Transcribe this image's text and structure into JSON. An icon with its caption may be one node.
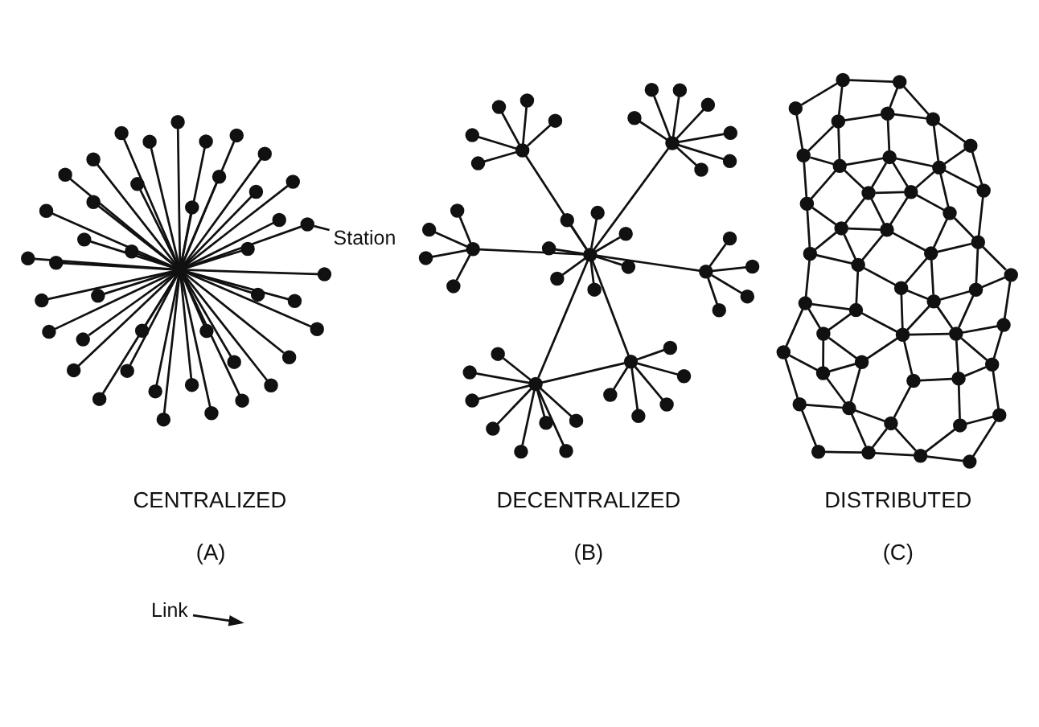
{
  "diagram": {
    "nodes": [
      {
        "text": [],
        "shape": "circle"
      },
      {
        "text": [],
        "shape": "circle"
      },
      {
        "text": [],
        "shape": "circle"
      },
      {
        "text": [],
        "shape": "circle"
      },
      {
        "text": [],
        "shape": "circle"
      },
      {
        "text": [],
        "shape": "circle"
      },
      {
        "text": [],
        "shape": "circle"
      },
      {
        "text": [],
        "shape": "circle"
      },
      {
        "text": [],
        "shape": "circle"
      },
      {
        "text": [],
        "shape": "circle"
      },
      {
        "text": [],
        "shape": "circle"
      },
      {
        "text": [],
        "shape": "circle"
      },
      {
        "text": [],
        "shape": "circle"
      },
      {
        "text": [],
        "shape": "circle"
      },
      {
        "text": [],
        "shape": "circle"
      },
      {
        "text": [],
        "shape": "circle"
      },
      {
        "text": [],
        "shape": "circle"
      },
      {
        "text": [],
        "shape": "circle"
      },
      {
        "text": [],
        "shape": "circle"
      },
      {
        "text": [],
        "shape": "circle"
      },
      {
        "text": [],
        "shape": "circle"
      },
      {
        "text": [],
        "shape": "circle"
      },
      {
        "text": [],
        "shape": "circle"
      },
      {
        "text": [],
        "shape": "circle"
      },
      {
        "text": [],
        "shape": "circle"
      },
      {
        "text": [],
        "shape": "circle"
      },
      {
        "text": [],
        "shape": "circle"
      },
      {
        "text": [],
        "shape": "circle"
      },
      {
        "text": [],
        "shape": "circle"
      },
      {
        "text": [],
        "shape": "circle"
      },
      {
        "text": [],
        "shape": "circle"
      },
      {
        "text": [],
        "shape": "circle"
      },
      {
        "text": [],
        "shape": "circle"
      },
      {
        "text": [],
        "shape": "circle"
      },
      {
        "text": [],
        "shape": "circle"
      },
      {
        "text": [],
        "shape": "circle"
      },
      {
        "text": [],
        "shape": "circle"
      },
      {
        "text": [],
        "shape": "circle"
      },
      {
        "text": [],
        "shape": "circle"
      },
      {
        "text": [],
        "shape": "circle"
      },
      {
        "text": [],
        "shape": "circle"
      },
      {
        "text": [],
        "shape": "circle"
      },
      {
        "text": [],
        "shape": "circle"
      },
      {
        "text": [],
        "shape": "circle"
      },
      {
        "text": [
          "Link"
        ]
      },
      {
        "text": [
          "Station"
        ]
      },
      {
        "text": [],
        "shape": "circle"
      },
      {
        "text": [],
        "shape": "circle"
      },
      {
        "text": [],
        "shape": "circle"
      },
      {
        "text": [],
        "shape": "circle"
      },
      {
        "text": [],
        "shape": "circle"
      },
      {
        "text": [],
        "shape": "circle"
      },
      {
        "text": [],
        "shape": "circle"
      },
      {
        "text": [],
        "shape": "circle"
      },
      {
        "text": [],
        "shape": "circle"
      },
      {
        "text": [],
        "shape": "circle"
      },
      {
        "text": [],
        "shape": "circle"
      },
      {
        "text": [],
        "shape": "circle"
      },
      {
        "text": [],
        "shape": "circle"
      },
      {
        "text": [],
        "shape": "circle"
      },
      {
        "text": [],
        "shape": "circle"
      },
      {
        "text": [],
        "shape": "circle"
      },
      {
        "text": [],
        "shape": "circle"
      },
      {
        "text": [],
        "shape": "circle"
      },
      {
        "text": [],
        "shape": "circle"
      },
      {
        "text": [],
        "shape": "circle"
      },
      {
        "text": [],
        "shape": "circle"
      },
      {
        "text": [],
        "shape": "circle"
      },
      {
        "text": [],
        "shape": "circle"
      },
      {
        "text": [],
        "shape": "circle"
      },
      {
        "text": [],
        "shape": "circle"
      },
      {
        "text": [],
        "shape": "circle"
      },
      {
        "text": [],
        "shape": "circle"
      },
      {
        "text": [],
        "shape": "circle"
      },
      {
        "text": [],
        "shape": "circle"
      },
      {
        "text": [],
        "shape": "circle"
      },
      {
        "text": [],
        "shape": "circle"
      },
      {
        "text": [],
        "shape": "circle"
      },
      {
        "text": [],
        "shape": "circle"
      },
      {
        "text": [],
        "shape": "circle"
      },
      {
        "text": [],
        "shape": "circle"
      },
      {
        "text": [],
        "shape": "circle"
      },
      {
        "text": [],
        "shape": "circle"
      },
      {
        "text": [],
        "shape": "circle"
      },
      {
        "text": [],
        "shape": "circle"
      },
      {
        "text": [],
        "shape": "circle"
      },
      {
        "text": [],
        "shape": "circle"
      },
      {
        "text": [],
        "shape": "circle"
      },
      {
        "text": [],
        "shape": "circle"
      },
      {
        "text": [],
        "shape": "circle"
      },
      {
        "text": [],
        "shape": "circle"
      },
      {
        "text": [],
        "shape": "circle"
      },
      {
        "text": [],
        "shape": "circle"
      },
      {
        "text": [],
        "shape": "circle"
      },
      {
        "text": [],
        "shape": "circle"
      },
      {
        "text": [],
        "shape": "circle"
      },
      {
        "text": [],
        "shape": "circle"
      },
      {
        "text": [],
        "shape": "circle"
      },
      {
        "text": [],
        "shape": "circle"
      },
      {
        "text": [],
        "shape": "circle"
      },
      {
        "text": [],
        "shape": "circle"
      },
      {
        "text": [],
        "shape": "circle"
      },
      {
        "text": [],
        "shape": "circle"
      },
      {
        "text": [],
        "shape": "circle"
      },
      {
        "text": [],
        "shape": "circle"
      },
      {
        "text": [],
        "shape": "circle"
      },
      {
        "text": [],
        "shape": "circle"
      },
      {
        "text": [],
        "shape": "circle"
      },
      {
        "text": [],
        "shape": "circle"
      },
      {
        "text": [],
        "shape": "circle"
      },
      {
        "text": [],
        "shape": "circle"
      },
      {
        "text": [],
        "shape": "circle"
      },
      {
        "text": [],
        "shape": "circle"
      },
      {
        "text": [],
        "shape": "circle"
      },
      {
        "text": [],
        "shape": "circle"
      },
      {
        "text": [],
        "shape": "circle"
      },
      {
        "text": [],
        "shape": "circle"
      },
      {
        "text": [],
        "shape": "circle"
      },
      {
        "text": [],
        "shape": "circle"
      },
      {
        "text": [],
        "shape": "circle"
      },
      {
        "text": [],
        "shape": "circle"
      },
      {
        "text": [],
        "shape": "circle"
      },
      {
        "text": [],
        "shape": "circle"
      },
      {
        "text": [],
        "shape": "circle"
      },
      {
        "text": [],
        "shape": "circle"
      },
      {
        "text": [],
        "shape": "circle"
      },
      {
        "text": [],
        "shape": "circle"
      },
      {
        "text": [],
        "shape": "circle"
      },
      {
        "text": [],
        "shape": "circle"
      },
      {
        "text": [],
        "shape": "circle"
      },
      {
        "text": [],
        "shape": "circle"
      },
      {
        "text": [],
        "shape": "circle"
      },
      {
        "text": [],
        "shape": "circle"
      },
      {
        "text": [],
        "shape": "circle"
      },
      {
        "text": [],
        "shape": "circle"
      },
      {
        "text": [],
        "shape": "circle"
      },
      {
        "text": [],
        "shape": "circle"
      },
      {
        "text": [],
        "shape": "circle"
      },
      {
        "text": [],
        "shape": "circle"
      },
      {
        "text": [],
        "shape": "circle"
      }
    ],
    "edges": [
      {
        "from": 22,
        "to": 0,
        "arrow": "none"
      },
      {
        "from": 22,
        "to": 1,
        "arrow": "none"
      },
      {
        "from": 22,
        "to": 2,
        "arrow": "none"
      },
      {
        "from": 22,
        "to": 3,
        "arrow": "none"
      },
      {
        "from": 22,
        "to": 4,
        "arrow": "none"
      },
      {
        "from": 22,
        "to": 5,
        "arrow": "none"
      },
      {
        "from": 22,
        "to": 6,
        "arrow": "none"
      },
      {
        "from": 22,
        "to": 7,
        "arrow": "none"
      },
      {
        "from": 22,
        "to": 8,
        "arrow": "none"
      },
      {
        "from": 22,
        "to": 9,
        "arrow": "none"
      },
      {
        "from": 22,
        "to": 10,
        "arrow": "none"
      },
      {
        "from": 22,
        "to": 11,
        "arrow": "none"
      },
      {
        "from": 22,
        "to": 12,
        "arrow": "none"
      },
      {
        "from": 22,
        "to": 13,
        "arrow": "none"
      },
      {
        "from": 22,
        "to": 14,
        "arrow": "none"
      },
      {
        "from": 22,
        "to": 15,
        "arrow": "none"
      },
      {
        "from": 22,
        "to": 16,
        "arrow": "none"
      },
      {
        "from": 22,
        "to": 17,
        "arrow": "none"
      },
      {
        "from": 22,
        "to": 18,
        "arrow": "none"
      },
      {
        "from": 22,
        "to": 19,
        "arrow": "none"
      },
      {
        "from": 22,
        "to": 20,
        "arrow": "none"
      },
      {
        "from": 22,
        "to": 21,
        "arrow": "none"
      },
      {
        "from": 22,
        "to": 23,
        "arrow": "none"
      },
      {
        "from": 22,
        "to": 24,
        "arrow": "none"
      },
      {
        "from": 22,
        "to": 25,
        "arrow": "none"
      },
      {
        "from": 22,
        "to": 26,
        "arrow": "none"
      },
      {
        "from": 22,
        "to": 27,
        "arrow": "none"
      },
      {
        "from": 22,
        "to": 28,
        "arrow": "none"
      },
      {
        "from": 22,
        "to": 29,
        "arrow": "none"
      },
      {
        "from": 22,
        "to": 30,
        "arrow": "none"
      },
      {
        "from": 22,
        "to": 31,
        "arrow": "none"
      },
      {
        "from": 22,
        "to": 32,
        "arrow": "none"
      },
      {
        "from": 22,
        "to": 33,
        "arrow": "none"
      },
      {
        "from": 22,
        "to": 34,
        "arrow": "none"
      },
      {
        "from": 22,
        "to": 35,
        "arrow": "none"
      },
      {
        "from": 22,
        "to": 36,
        "arrow": "none"
      },
      {
        "from": 22,
        "to": 37,
        "arrow": "none"
      },
      {
        "from": 22,
        "to": 38,
        "arrow": "none"
      },
      {
        "from": 22,
        "to": 39,
        "arrow": "none"
      },
      {
        "from": 22,
        "to": 40,
        "arrow": "none"
      },
      {
        "from": 22,
        "to": 41,
        "arrow": "none"
      },
      {
        "from": 22,
        "to": 42,
        "arrow": "none"
      },
      {
        "from": 22,
        "to": 43,
        "arrow": "none"
      },
      {
        "from": 44,
        "to": null,
        "arrow": "to"
      },
      {
        "from": 45,
        "to": 43,
        "arrow": "none"
      },
      {
        "from": 46,
        "to": 47,
        "arrow": "none"
      },
      {
        "from": 46,
        "to": 48,
        "arrow": "none"
      },
      {
        "from": 46,
        "to": 49,
        "arrow": "none"
      },
      {
        "from": 46,
        "to": 50,
        "arrow": "none"
      },
      {
        "from": 46,
        "to": 51,
        "arrow": "none"
      },
      {
        "from": 46,
        "to": 52,
        "arrow": "none"
      },
      {
        "from": 46,
        "to": 53,
        "arrow": "none"
      },
      {
        "from": 46,
        "to": 54,
        "arrow": "none"
      },
      {
        "from": 55,
        "to": 56,
        "arrow": "none"
      },
      {
        "from": 55,
        "to": 57,
        "arrow": "none"
      },
      {
        "from": 55,
        "to": 58,
        "arrow": "none"
      },
      {
        "from": 55,
        "to": 59,
        "arrow": "none"
      },
      {
        "from": 55,
        "to": 60,
        "arrow": "none"
      },
      {
        "from": 61,
        "to": 62,
        "arrow": "none"
      },
      {
        "from": 61,
        "to": 63,
        "arrow": "none"
      },
      {
        "from": 61,
        "to": 64,
        "arrow": "none"
      },
      {
        "from": 61,
        "to": 65,
        "arrow": "none"
      },
      {
        "from": 61,
        "to": 66,
        "arrow": "none"
      },
      {
        "from": 61,
        "to": 67,
        "arrow": "none"
      },
      {
        "from": 61,
        "to": 68,
        "arrow": "none"
      },
      {
        "from": 69,
        "to": 70,
        "arrow": "none"
      },
      {
        "from": 69,
        "to": 71,
        "arrow": "none"
      },
      {
        "from": 69,
        "to": 72,
        "arrow": "none"
      },
      {
        "from": 69,
        "to": 73,
        "arrow": "none"
      },
      {
        "from": 69,
        "to": 74,
        "arrow": "none"
      },
      {
        "from": 69,
        "to": 75,
        "arrow": "none"
      },
      {
        "from": 69,
        "to": 76,
        "arrow": "none"
      },
      {
        "from": 77,
        "to": 78,
        "arrow": "none"
      },
      {
        "from": 77,
        "to": 79,
        "arrow": "none"
      },
      {
        "from": 77,
        "to": 80,
        "arrow": "none"
      },
      {
        "from": 77,
        "to": 81,
        "arrow": "none"
      },
      {
        "from": 82,
        "to": 83,
        "arrow": "none"
      },
      {
        "from": 82,
        "to": 84,
        "arrow": "none"
      },
      {
        "from": 82,
        "to": 85,
        "arrow": "none"
      },
      {
        "from": 82,
        "to": 86,
        "arrow": "none"
      },
      {
        "from": 82,
        "to": 87,
        "arrow": "none"
      },
      {
        "from": 88,
        "to": 89,
        "arrow": "none"
      },
      {
        "from": 88,
        "to": 90,
        "arrow": "none"
      },
      {
        "from": 88,
        "to": 91,
        "arrow": "none"
      },
      {
        "from": 88,
        "to": 92,
        "arrow": "none"
      },
      {
        "from": 46,
        "to": 55,
        "arrow": "none"
      },
      {
        "from": 46,
        "to": 61,
        "arrow": "none"
      },
      {
        "from": 55,
        "to": 61,
        "arrow": "none"
      },
      {
        "from": 61,
        "to": 69,
        "arrow": "none"
      },
      {
        "from": 61,
        "to": 77,
        "arrow": "none"
      },
      {
        "from": 61,
        "to": 82,
        "arrow": "none"
      },
      {
        "from": 61,
        "to": 88,
        "arrow": "none"
      },
      {
        "from": 93,
        "to": 95,
        "arrow": "none"
      },
      {
        "from": 93,
        "to": 97,
        "arrow": "none"
      },
      {
        "from": 95,
        "to": 96,
        "arrow": "none"
      },
      {
        "from": 96,
        "to": 94,
        "arrow": "none"
      },
      {
        "from": 94,
        "to": 98,
        "arrow": "none"
      },
      {
        "from": 95,
        "to": 99,
        "arrow": "none"
      },
      {
        "from": 95,
        "to": 100,
        "arrow": "none"
      },
      {
        "from": 96,
        "to": 100,
        "arrow": "none"
      },
      {
        "from": 96,
        "to": 101,
        "arrow": "none"
      },
      {
        "from": 97,
        "to": 99,
        "arrow": "none"
      },
      {
        "from": 97,
        "to": 103,
        "arrow": "none"
      },
      {
        "from": 98,
        "to": 101,
        "arrow": "none"
      },
      {
        "from": 98,
        "to": 102,
        "arrow": "none"
      },
      {
        "from": 99,
        "to": 100,
        "arrow": "none"
      },
      {
        "from": 99,
        "to": 104,
        "arrow": "none"
      },
      {
        "from": 99,
        "to": 107,
        "arrow": "none"
      },
      {
        "from": 100,
        "to": 105,
        "arrow": "none"
      },
      {
        "from": 101,
        "to": 106,
        "arrow": "none"
      },
      {
        "from": 103,
        "to": 104,
        "arrow": "none"
      },
      {
        "from": 103,
        "to": 110,
        "arrow": "none"
      },
      {
        "from": 104,
        "to": 108,
        "arrow": "none"
      },
      {
        "from": 104,
        "to": 107,
        "arrow": "none"
      },
      {
        "from": 105,
        "to": 106,
        "arrow": "none"
      },
      {
        "from": 105,
        "to": 112,
        "arrow": "none"
      },
      {
        "from": 106,
        "to": 102,
        "arrow": "none"
      },
      {
        "from": 106,
        "to": 109,
        "arrow": "none"
      },
      {
        "from": 102,
        "to": 109,
        "arrow": "none"
      },
      {
        "from": 102,
        "to": 111,
        "arrow": "none"
      },
      {
        "from": 107,
        "to": 112,
        "arrow": "none"
      },
      {
        "from": 107,
        "to": 108,
        "arrow": "none"
      },
      {
        "from": 108,
        "to": 110,
        "arrow": "none"
      },
      {
        "from": 108,
        "to": 113,
        "arrow": "none"
      },
      {
        "from": 110,
        "to": 113,
        "arrow": "none"
      },
      {
        "from": 110,
        "to": 119,
        "arrow": "none"
      },
      {
        "from": 109,
        "to": 112,
        "arrow": "none"
      },
      {
        "from": 109,
        "to": 111,
        "arrow": "none"
      },
      {
        "from": 109,
        "to": 115,
        "arrow": "none"
      },
      {
        "from": 109,
        "to": 116,
        "arrow": "none"
      },
      {
        "from": 111,
        "to": 114,
        "arrow": "none"
      },
      {
        "from": 112,
        "to": 113,
        "arrow": "none"
      },
      {
        "from": 112,
        "to": 115,
        "arrow": "none"
      },
      {
        "from": 112,
        "to": 118,
        "arrow": "none"
      },
      {
        "from": 113,
        "to": 117,
        "arrow": "none"
      },
      {
        "from": 114,
        "to": 116,
        "arrow": "none"
      },
      {
        "from": 115,
        "to": 116,
        "arrow": "none"
      },
      {
        "from": 115,
        "to": 118,
        "arrow": "none"
      },
      {
        "from": 117,
        "to": 118,
        "arrow": "none"
      },
      {
        "from": 115,
        "to": 120,
        "arrow": "none"
      },
      {
        "from": 114,
        "to": 121,
        "arrow": "none"
      },
      {
        "from": 116,
        "to": 121,
        "arrow": "none"
      },
      {
        "from": 118,
        "to": 120,
        "arrow": "none"
      },
      {
        "from": 117,
        "to": 122,
        "arrow": "none"
      },
      {
        "from": 117,
        "to": 124,
        "arrow": "none"
      },
      {
        "from": 117,
        "to": 119,
        "arrow": "none"
      },
      {
        "from": 120,
        "to": 122,
        "arrow": "none"
      },
      {
        "from": 120,
        "to": 123,
        "arrow": "none"
      },
      {
        "from": 120,
        "to": 121,
        "arrow": "none"
      },
      {
        "from": 119,
        "to": 124,
        "arrow": "none"
      },
      {
        "from": 119,
        "to": 128,
        "arrow": "none"
      },
      {
        "from": 122,
        "to": 124,
        "arrow": "none"
      },
      {
        "from": 122,
        "to": 125,
        "arrow": "none"
      },
      {
        "from": 122,
        "to": 126,
        "arrow": "none"
      },
      {
        "from": 123,
        "to": 126,
        "arrow": "none"
      },
      {
        "from": 123,
        "to": 130,
        "arrow": "none"
      },
      {
        "from": 121,
        "to": 123,
        "arrow": "none"
      },
      {
        "from": 121,
        "to": 129,
        "arrow": "none"
      },
      {
        "from": 124,
        "to": 125,
        "arrow": "none"
      },
      {
        "from": 124,
        "to": 128,
        "arrow": "none"
      },
      {
        "from": 125,
        "to": 126,
        "arrow": "none"
      },
      {
        "from": 125,
        "to": 127,
        "arrow": "none"
      },
      {
        "from": 125,
        "to": 132,
        "arrow": "none"
      },
      {
        "from": 126,
        "to": 127,
        "arrow": "none"
      },
      {
        "from": 126,
        "to": 130,
        "arrow": "none"
      },
      {
        "from": 127,
        "to": 130,
        "arrow": "none"
      },
      {
        "from": 127,
        "to": 132,
        "arrow": "none"
      },
      {
        "from": 127,
        "to": 136,
        "arrow": "none"
      },
      {
        "from": 128,
        "to": 132,
        "arrow": "none"
      },
      {
        "from": 128,
        "to": 134,
        "arrow": "none"
      },
      {
        "from": 129,
        "to": 130,
        "arrow": "none"
      },
      {
        "from": 129,
        "to": 131,
        "arrow": "none"
      },
      {
        "from": 130,
        "to": 131,
        "arrow": "none"
      },
      {
        "from": 130,
        "to": 133,
        "arrow": "none"
      },
      {
        "from": 131,
        "to": 133,
        "arrow": "none"
      },
      {
        "from": 132,
        "to": 134,
        "arrow": "none"
      },
      {
        "from": 132,
        "to": 135,
        "arrow": "none"
      },
      {
        "from": 134,
        "to": 135,
        "arrow": "none"
      },
      {
        "from": 135,
        "to": 136,
        "arrow": "none"
      },
      {
        "from": 135,
        "to": 139,
        "arrow": "none"
      },
      {
        "from": 134,
        "to": 138,
        "arrow": "none"
      },
      {
        "from": 136,
        "to": 133,
        "arrow": "none"
      },
      {
        "from": 136,
        "to": 137,
        "arrow": "none"
      },
      {
        "from": 133,
        "to": 137,
        "arrow": "none"
      },
      {
        "from": 138,
        "to": 139,
        "arrow": "none"
      },
      {
        "from": 139,
        "to": 137,
        "arrow": "none"
      }
    ],
    "labels": [
      "CENTRALIZED",
      "(A)",
      "DECENTRALIZED",
      "(B)",
      "DISTRIBUTED",
      "(C)"
    ]
  }
}
